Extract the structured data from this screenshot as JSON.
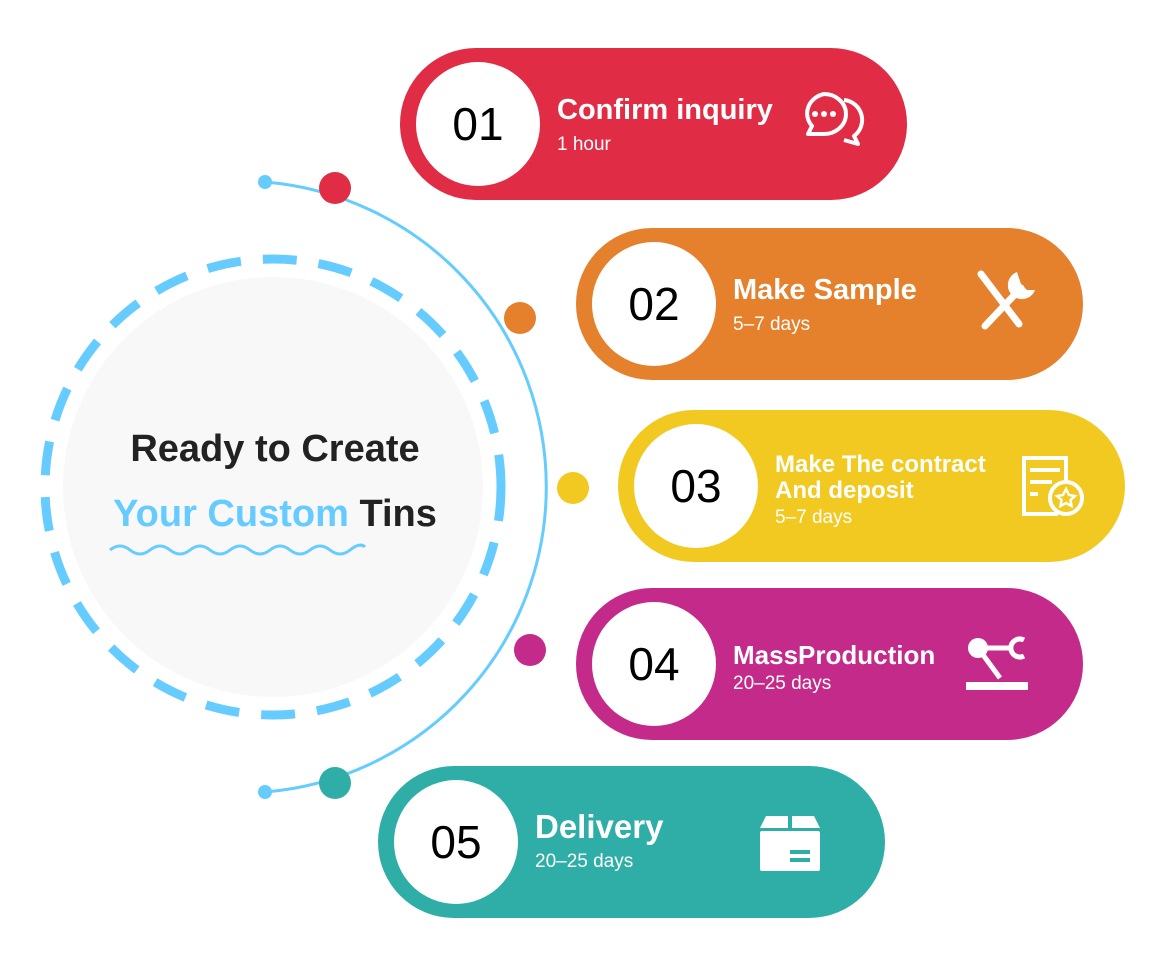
{
  "center": {
    "line1": "Ready to Create",
    "line2_highlight": "Your Custom",
    "line2_rest": "Tins"
  },
  "colors": {
    "accent_blue": "#66ccff",
    "step1": "#e02d45",
    "step2": "#e5802d",
    "step3": "#f2c921",
    "step4": "#c42a89",
    "step5": "#2faea7"
  },
  "steps": [
    {
      "number": "01",
      "title": "Confirm inquiry",
      "duration": "1 hour",
      "icon": "chat-bubbles-icon"
    },
    {
      "number": "02",
      "title": "Make Sample",
      "duration": "5–7 days",
      "icon": "tools-icon"
    },
    {
      "number": "03",
      "title": "Make The contract",
      "title2": "And deposit",
      "duration": "5–7 days",
      "icon": "contract-certificate-icon"
    },
    {
      "number": "04",
      "title": "MassProduction",
      "duration": "20–25 days",
      "icon": "robot-arm-icon"
    },
    {
      "number": "05",
      "title": "Delivery",
      "duration": "20–25 days",
      "icon": "package-box-icon"
    }
  ]
}
